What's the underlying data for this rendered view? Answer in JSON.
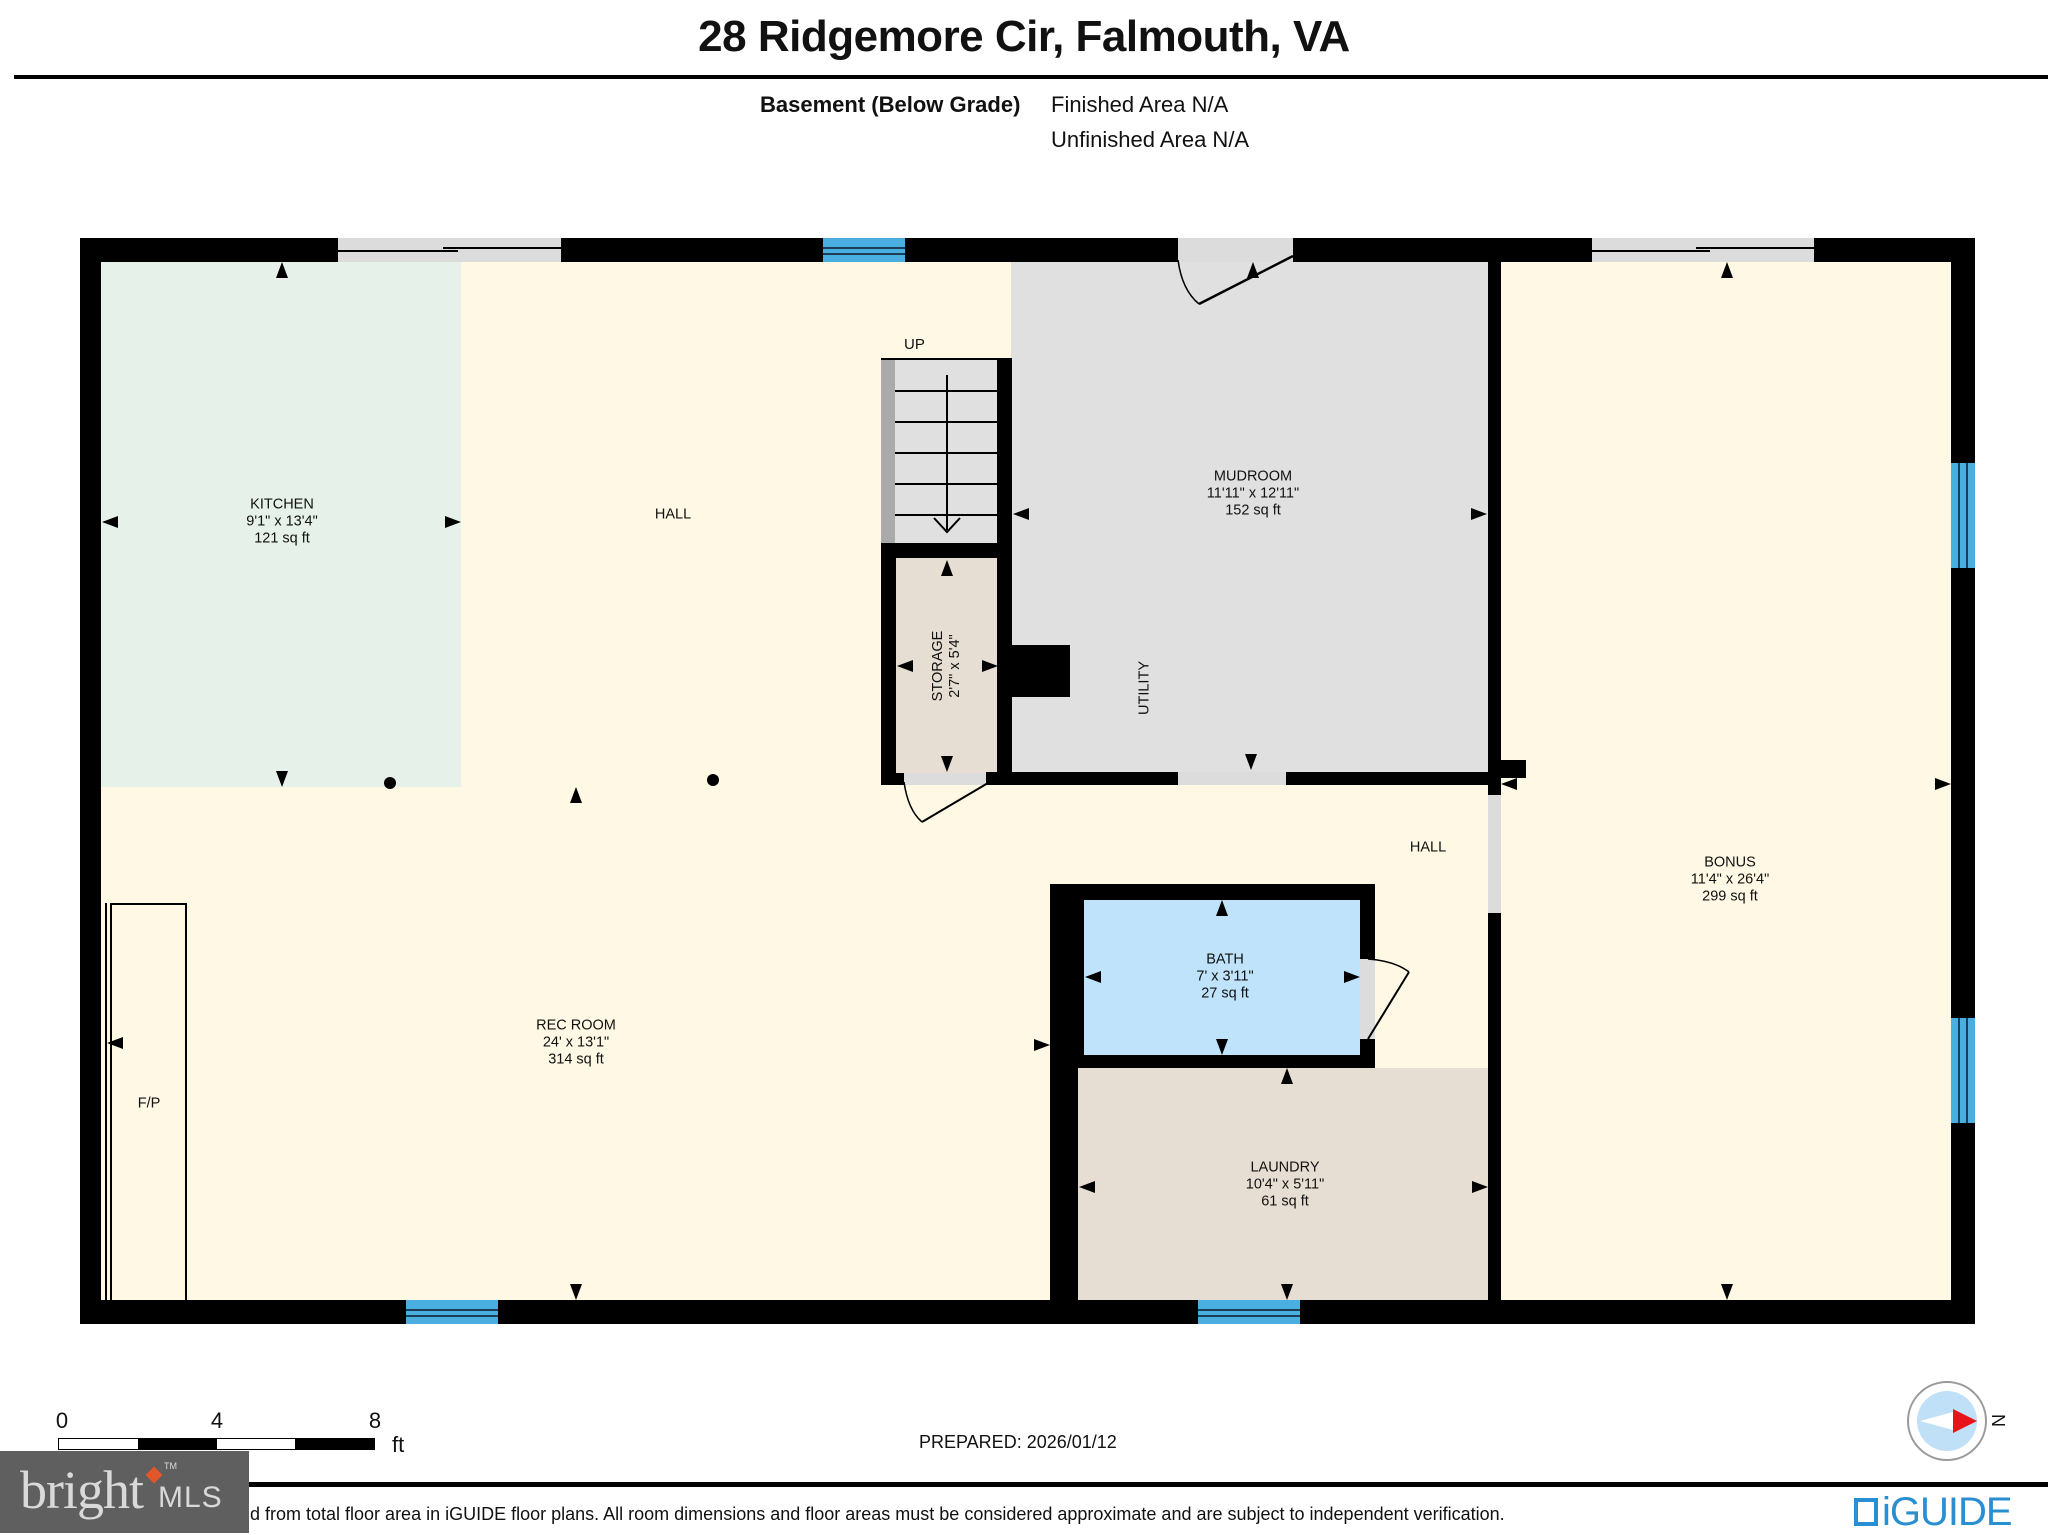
{
  "header": {
    "title": "28 Ridgemore Cir, Falmouth, VA",
    "level_label": "Basement (Below Grade)",
    "finished_area": "Finished Area N/A",
    "unfinished_area": "Unfinished Area N/A"
  },
  "rooms": {
    "kitchen": {
      "name": "KITCHEN",
      "dims": "9'1\" x 13'4\"",
      "area": "121 sq ft"
    },
    "hall_top": {
      "name": "HALL"
    },
    "mudroom": {
      "name": "MUDROOM",
      "dims": "11'11\" x 12'11\"",
      "area": "152 sq ft"
    },
    "utility": {
      "name": "UTILITY"
    },
    "storage": {
      "name": "STORAGE",
      "dims": "2'7\" x 5'4\""
    },
    "stairs": {
      "label": "UP"
    },
    "hall_right": {
      "name": "HALL"
    },
    "bonus": {
      "name": "BONUS",
      "dims": "11'4\" x 26'4\"",
      "area": "299 sq ft"
    },
    "bath": {
      "name": "BATH",
      "dims": "7' x 3'11\"",
      "area": "27 sq ft"
    },
    "rec_room": {
      "name": "REC ROOM",
      "dims": "24' x 13'1\"",
      "area": "314 sq ft"
    },
    "fireplace": {
      "label": "F/P"
    },
    "laundry": {
      "name": "LAUNDRY",
      "dims": "10'4\" x 5'11\"",
      "area": "61 sq ft"
    }
  },
  "colors": {
    "wall": "#000000",
    "kitchen": "#e6f1ea",
    "living": "#fef8e4",
    "mudroom": "#e0e0e0",
    "storage": "#e6ded2",
    "bath": "#bfe3fa",
    "laundry": "#e6ded2",
    "window": "#4aaee0",
    "compass_arrow": "#e8141a",
    "iguide": "#2a8fd1"
  },
  "scale_bar": {
    "ticks": [
      "0",
      "4",
      "8"
    ],
    "unit": "ft"
  },
  "prepared": "PREPARED: 2026/01/12",
  "compass": {
    "direction": "N"
  },
  "footer": {
    "disclaimer": "d from total floor area in iGUIDE floor plans. All room dimensions and floor areas must be considered approximate and are subject to independent verification.",
    "brand_left_word": "bright",
    "brand_left_suffix": "MLS",
    "brand_left_tm": "TM",
    "brand_right": "iGUIDE"
  }
}
